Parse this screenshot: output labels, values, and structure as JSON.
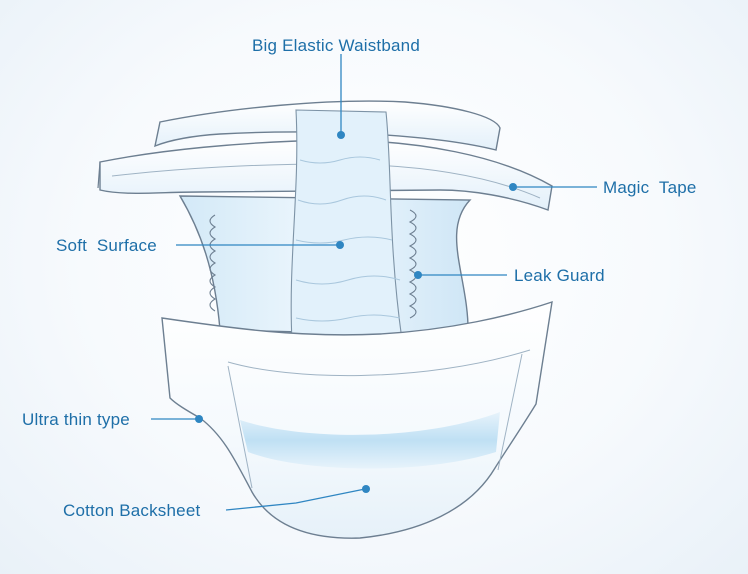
{
  "diagram": {
    "labels": {
      "waistband": "Big Elastic Waistband",
      "magic_tape": "Magic  Tape",
      "soft_surface": "Soft  Surface",
      "leak_guard": "Leak Guard",
      "ultra_thin": "Ultra thin type",
      "backsheet": "Cotton Backsheet"
    },
    "colors": {
      "accent": "#2f86c2",
      "label_text": "#1e6fa8",
      "outline": "#6d7f91",
      "fill_light": "#ffffff",
      "fill_blue": "#cfe6f6"
    }
  }
}
